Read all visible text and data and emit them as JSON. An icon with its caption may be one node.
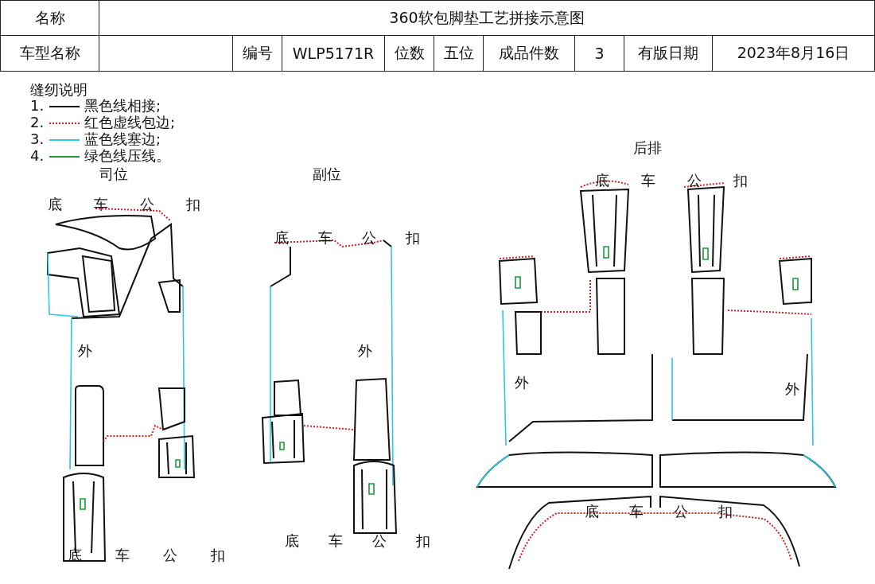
{
  "diagram": {
    "title": "360软包脚垫工艺拼接示意图",
    "labels": [
      "名称",
      "车型名称",
      "编号",
      "WLP5171R",
      "位数",
      "五位",
      "成品件数",
      "3",
      "有版日期",
      "2023年8月16日",
      "缝纫说明",
      "1.",
      "2.",
      "3.",
      "4.",
      "司位",
      "副位",
      "后排",
      "底车公扣",
      "底车公扣",
      "底车公扣",
      "外",
      "外",
      "外",
      "外",
      "底车公扣",
      "底车公扣",
      "底车公扣"
    ],
    "legend": [
      {
        "text": "黑色线相接;"
      },
      {
        "text": "红色虚线包边;"
      },
      {
        "text": "蓝色线塞边;"
      },
      {
        "text": "绿色线压线。"
      }
    ]
  }
}
